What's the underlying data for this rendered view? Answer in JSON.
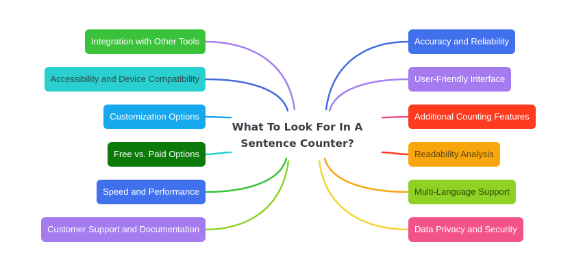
{
  "central_topic": {
    "line1": "What To Look For In A",
    "line2": "Sentence Counter?"
  },
  "left_branches": [
    {
      "label": "Integration with Other Tools",
      "bg": "#3bc23b",
      "fg": "#ffffff",
      "line": "#a47cf0"
    },
    {
      "label": "Accessibility and Device Compatibility",
      "bg": "#2ad0cf",
      "fg": "#2b4a4a",
      "line": "#4169e1"
    },
    {
      "label": "Customization Options",
      "bg": "#16a8ec",
      "fg": "#ffffff",
      "line": "#16a8ec"
    },
    {
      "label": "Free vs. Paid Options",
      "bg": "#0b7a0b",
      "fg": "#ffffff",
      "line": "#2ad0cf"
    },
    {
      "label": "Speed and Performance",
      "bg": "#4170ec",
      "fg": "#ffffff",
      "line": "#3bc23b"
    },
    {
      "label": "Customer Support and Documentation",
      "bg": "#a47cf0",
      "fg": "#ffffff",
      "line": "#8fd124"
    }
  ],
  "right_branches": [
    {
      "label": "Accuracy and Reliability",
      "bg": "#4170ec",
      "fg": "#ffffff",
      "line": "#4169e1"
    },
    {
      "label": "User-Friendly Interface",
      "bg": "#a47cf0",
      "fg": "#ffffff",
      "line": "#a47cf0"
    },
    {
      "label": "Additional Counting Features",
      "bg": "#ff3b1f",
      "fg": "#ffffff",
      "line": "#ef4e8a"
    },
    {
      "label": "Readability Analysis",
      "bg": "#f7a60e",
      "fg": "#5a4310",
      "line": "#ff3b1f"
    },
    {
      "label": "Multi-Language Support",
      "bg": "#8fd124",
      "fg": "#2f4a0c",
      "line": "#f7a60e"
    },
    {
      "label": "Data Privacy and Security",
      "bg": "#f2548a",
      "fg": "#ffffff",
      "line": "#f7d330"
    }
  ]
}
